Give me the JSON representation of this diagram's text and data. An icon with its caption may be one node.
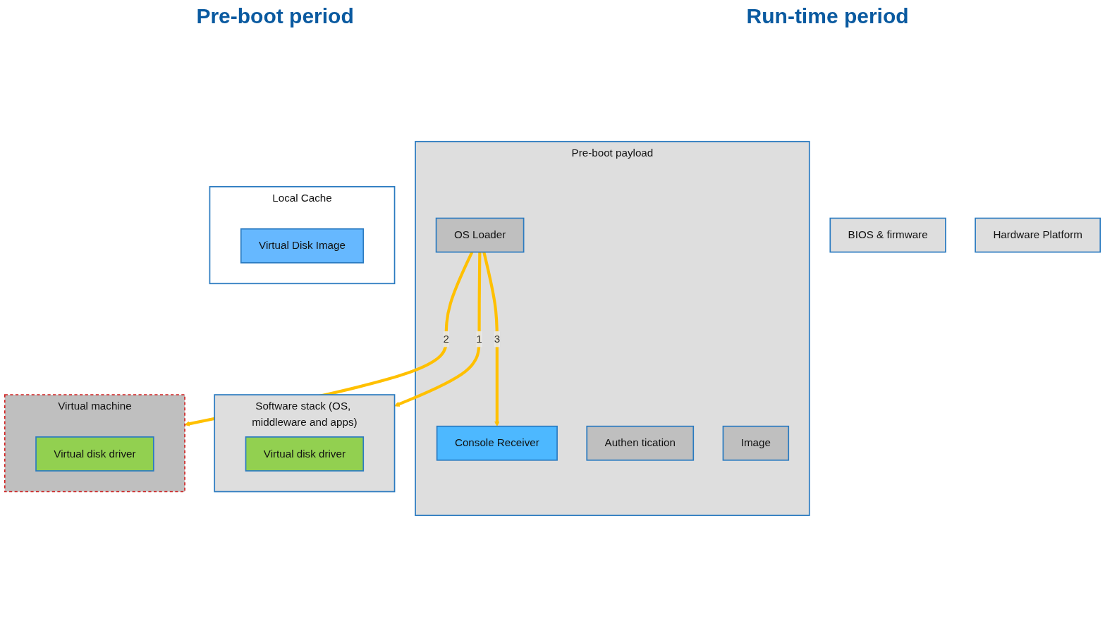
{
  "diagram": {
    "nodes": [
      {
        "text": [
          "Pre-boot payload"
        ]
      },
      {
        "text": [
          "Console Receiver"
        ],
        "in": 0
      },
      {
        "text": [
          "Authen tication"
        ],
        "in": 0
      },
      {
        "text": [
          "Image"
        ],
        "in": 0
      },
      {
        "text": [
          "OS Loader"
        ],
        "in": 0
      },
      {
        "text": [
          "Software stack (OS, middleware and apps)"
        ]
      },
      {
        "text": [
          "Virtual disk driver"
        ],
        "in": 5
      },
      {
        "text": [
          "Virtual machine"
        ]
      },
      {
        "text": [
          "Virtual disk driver"
        ],
        "in": 7
      },
      {
        "text": [
          "BIOS & firmware"
        ]
      },
      {
        "text": [
          "Hardware Platform"
        ]
      },
      {
        "text": [
          "Local Cache"
        ]
      },
      {
        "text": [
          "Virtual Disk Image"
        ],
        "in": 11
      }
    ],
    "edges": [
      {
        "from": 4,
        "to": 5,
        "arrow": "to",
        "label": "1"
      },
      {
        "from": 4,
        "to": 7,
        "arrow": "to",
        "label": "2"
      },
      {
        "from": 4,
        "to": 1,
        "arrow": "to",
        "label": "3"
      }
    ],
    "labels": [
      "Pre-boot period",
      "Run-time period"
    ]
  }
}
